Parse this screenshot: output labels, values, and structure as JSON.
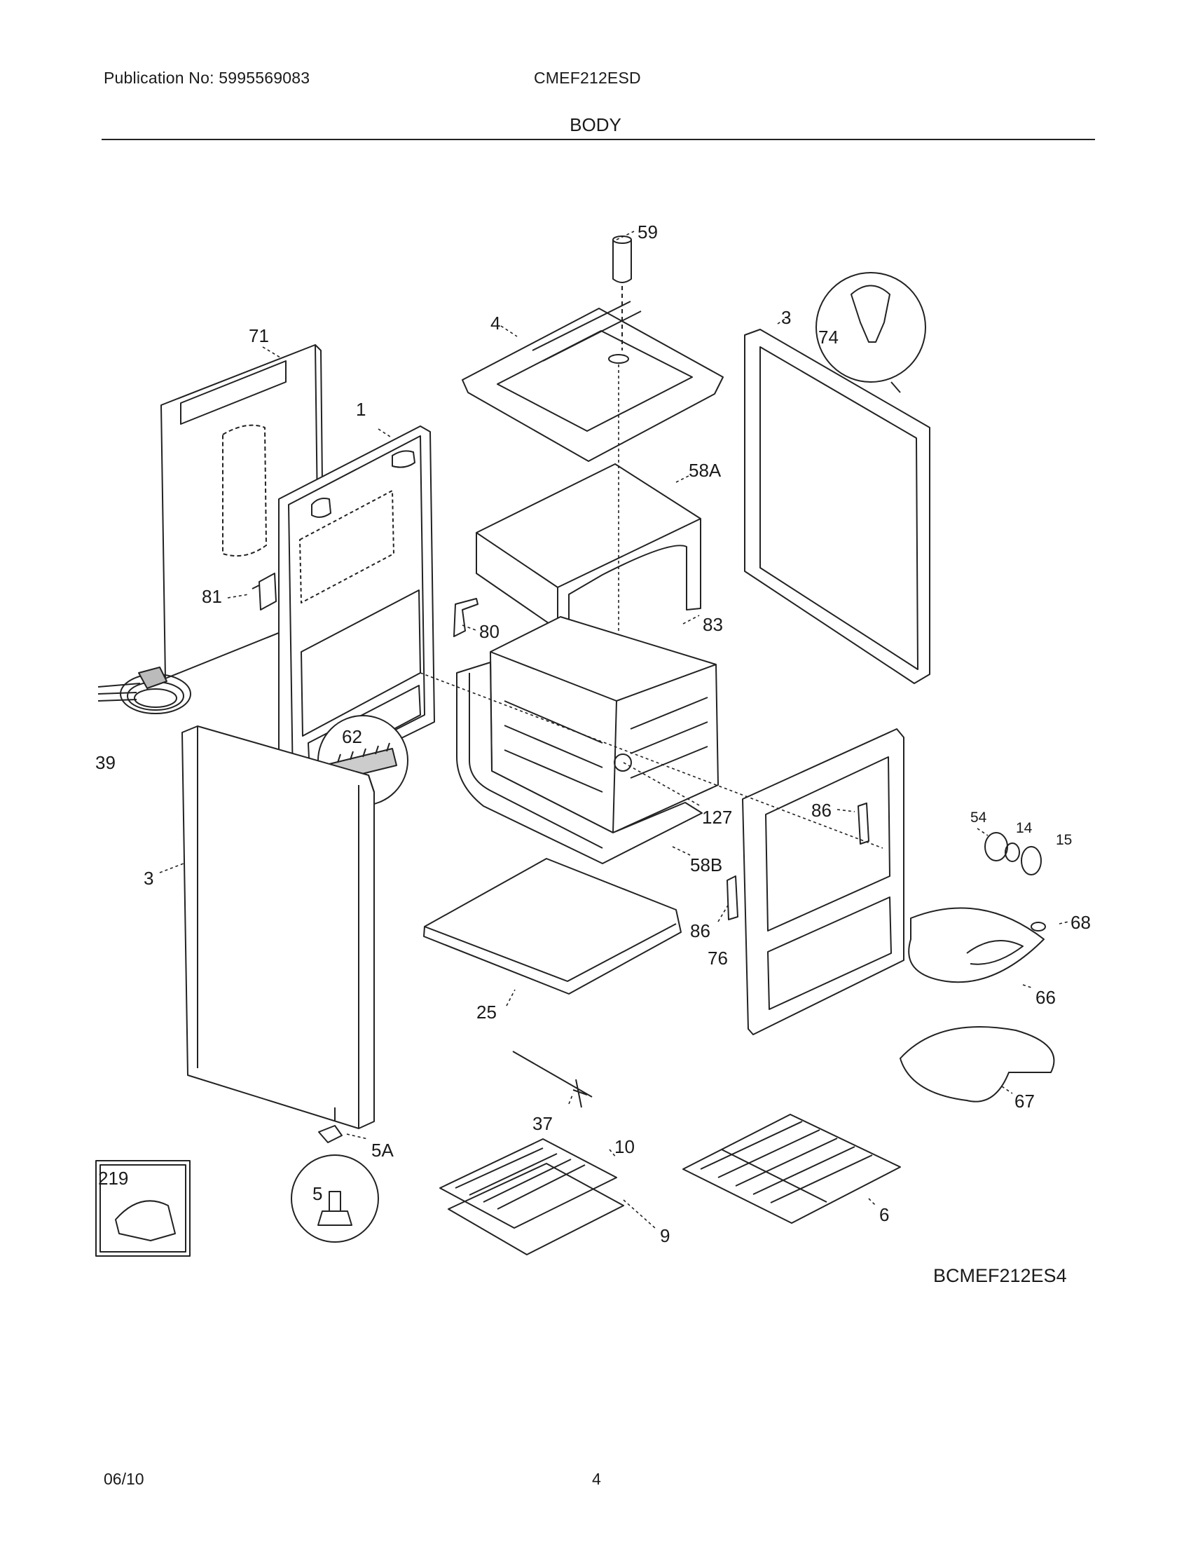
{
  "header": {
    "publication_label": "Publication No: 5995569083",
    "model": "CMEF212ESD",
    "section": "BODY"
  },
  "diagram": {
    "drawing_code": "BCMEF212ES4",
    "part_labels": {
      "p59": "59",
      "p4": "4",
      "p3_top": "3",
      "p74": "74",
      "p71": "71",
      "p1": "1",
      "p58A": "58A",
      "p81": "81",
      "p80": "80",
      "p83": "83",
      "p39": "39",
      "p62": "62",
      "p127": "127",
      "p86_right": "86",
      "p54": "54",
      "p14": "14",
      "p15": "15",
      "p3_left": "3",
      "p58B": "58B",
      "p86_mid": "86",
      "p76": "76",
      "p68": "68",
      "p66": "66",
      "p25": "25",
      "p67": "67",
      "p37": "37",
      "p10": "10",
      "p5A": "5A",
      "p219": "219",
      "p5": "5",
      "p9": "9",
      "p6": "6"
    }
  },
  "footer": {
    "date": "06/10",
    "page": "4"
  }
}
